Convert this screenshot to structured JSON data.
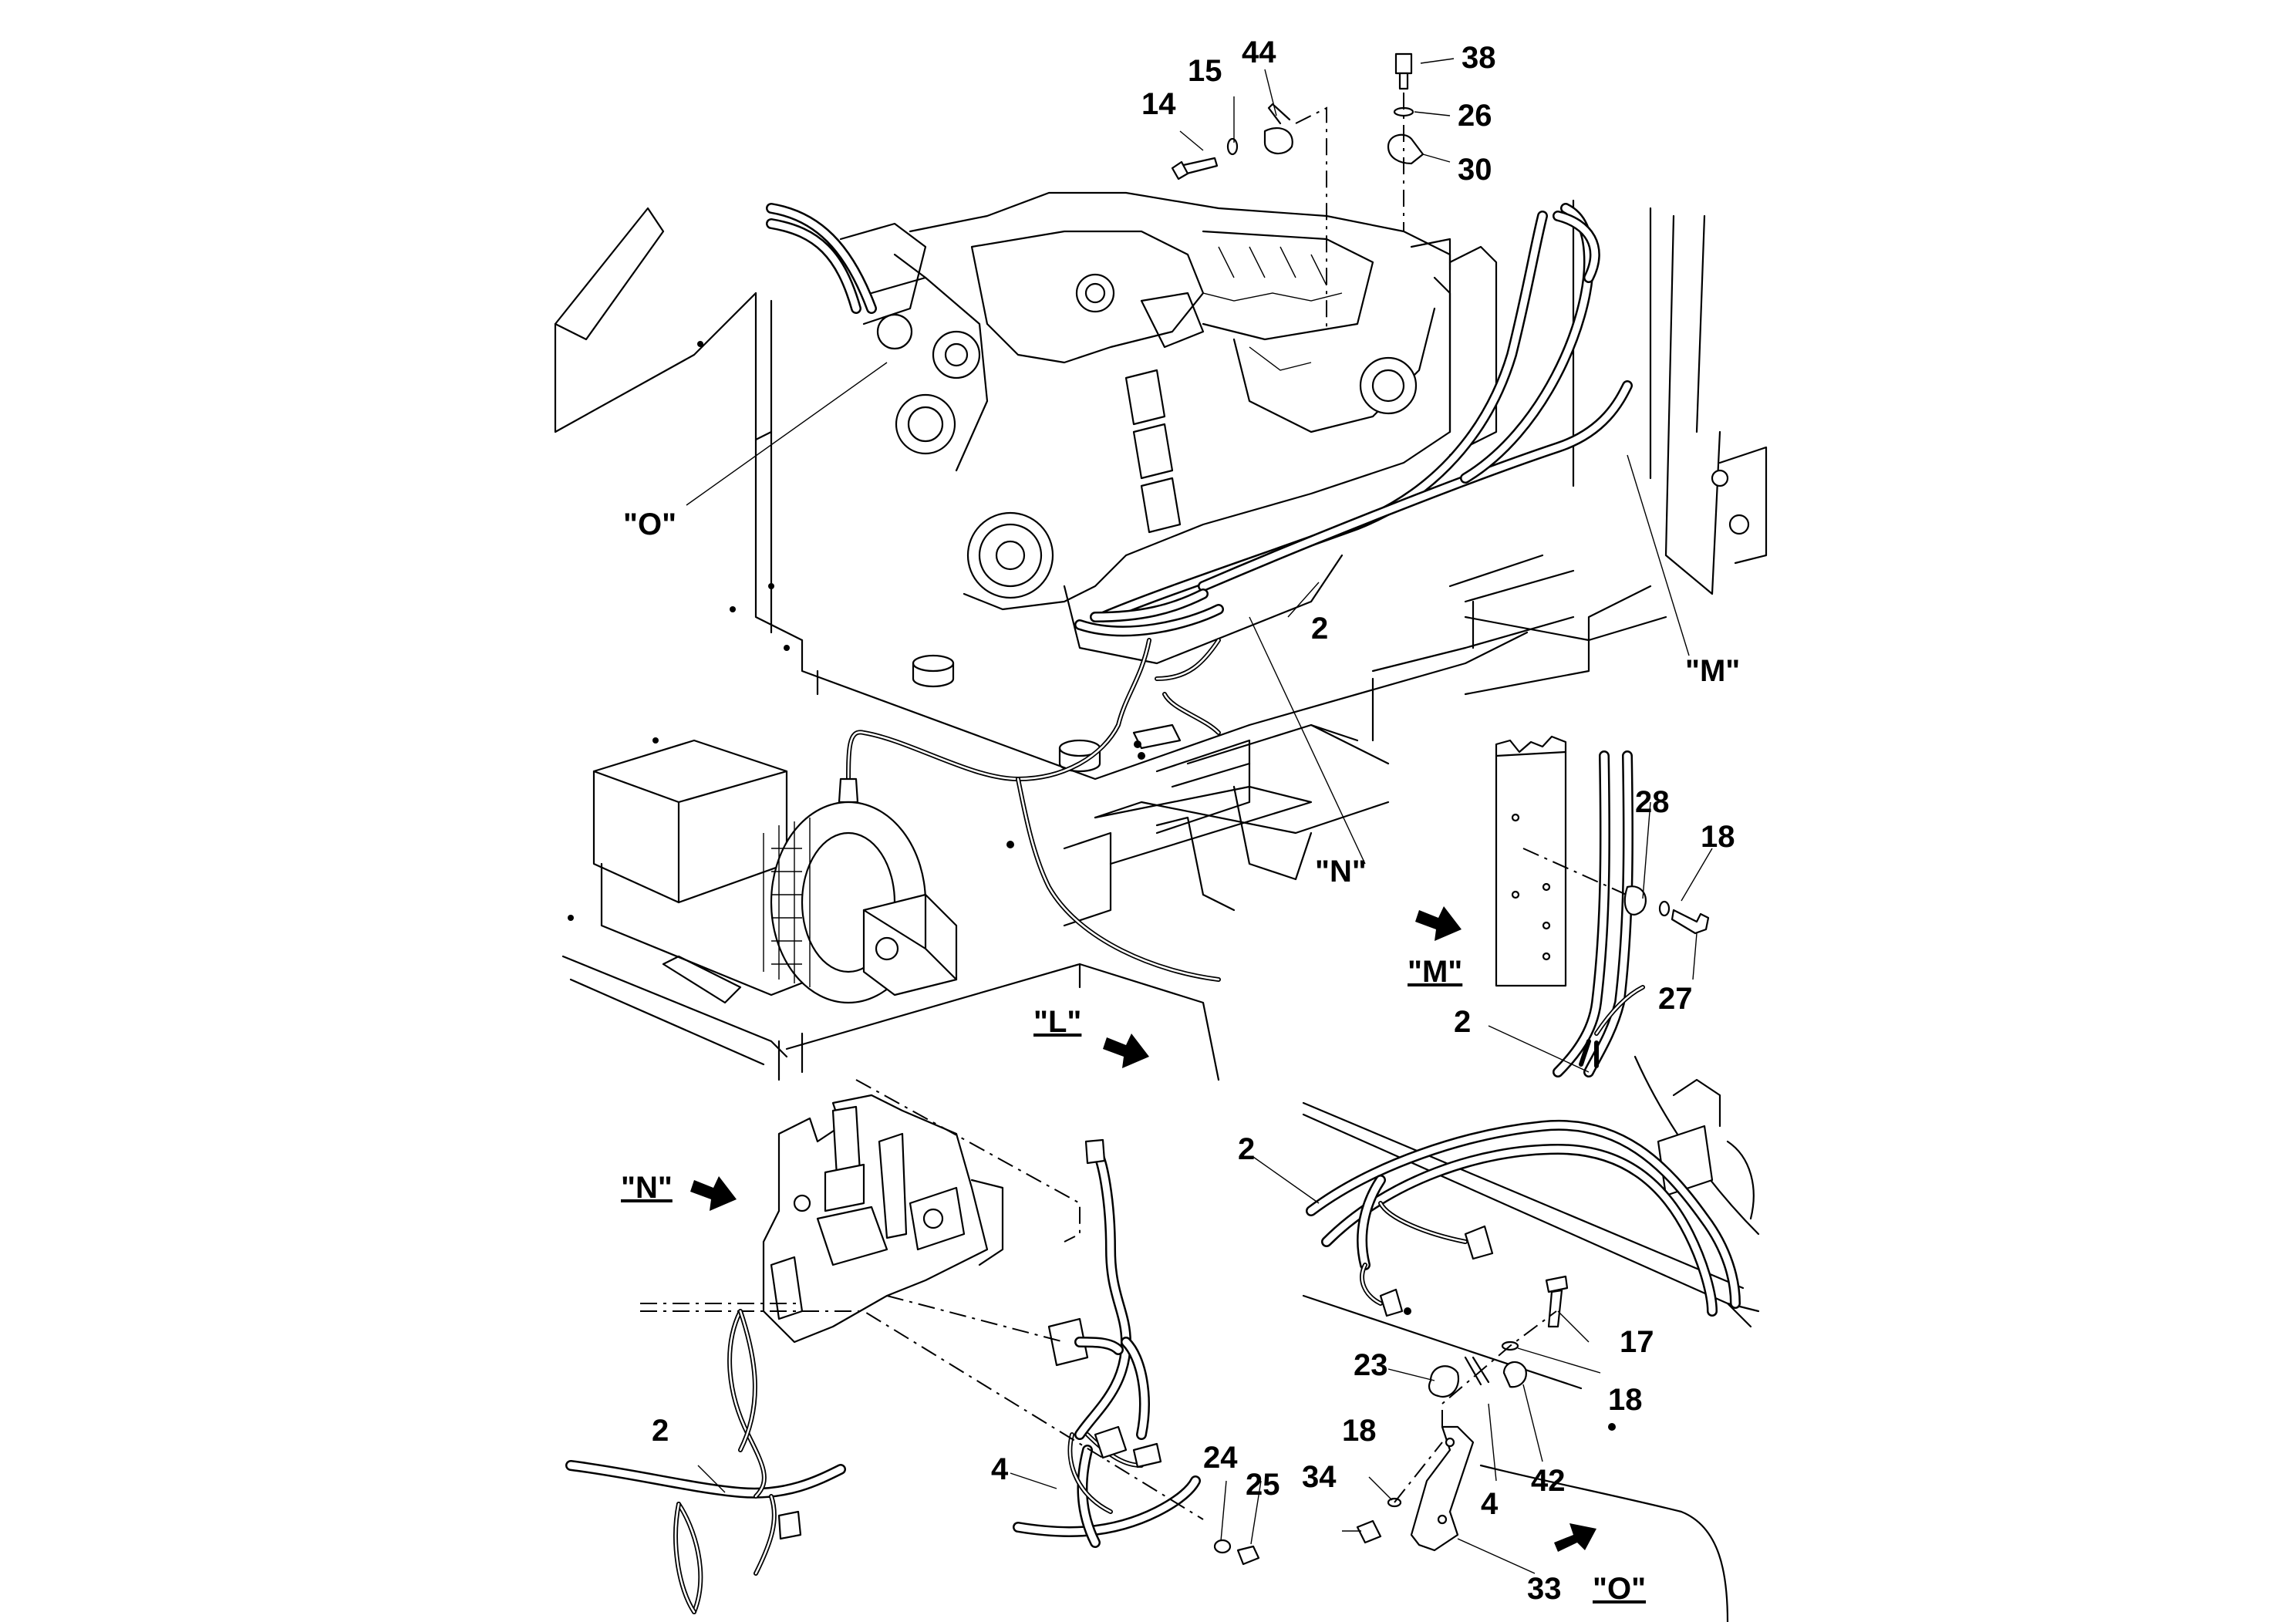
{
  "callouts": {
    "c14": "14",
    "c15": "15",
    "c44": "44",
    "c38": "38",
    "c26": "26",
    "c30": "30",
    "c2a": "2",
    "c2b": "2",
    "c2c": "2",
    "c2d": "2",
    "c28": "28",
    "c18a": "18",
    "c27": "27",
    "c4a": "4",
    "c24": "24",
    "c25": "25",
    "c17": "17",
    "c18b": "18",
    "c23": "23",
    "c18c": "18",
    "c34": "34",
    "c4b": "4",
    "c42": "42",
    "c33": "33"
  },
  "views": {
    "O_ref": "\"O\"",
    "M_ref": "\"M\"",
    "N_ref": "\"N\"",
    "L_title": "\"L\"",
    "M_title": "\"M\"",
    "N_title": "\"N\"",
    "O_title": "\"O\""
  },
  "icons": {
    "view_arrow": "thick-right-arrow-icon"
  }
}
